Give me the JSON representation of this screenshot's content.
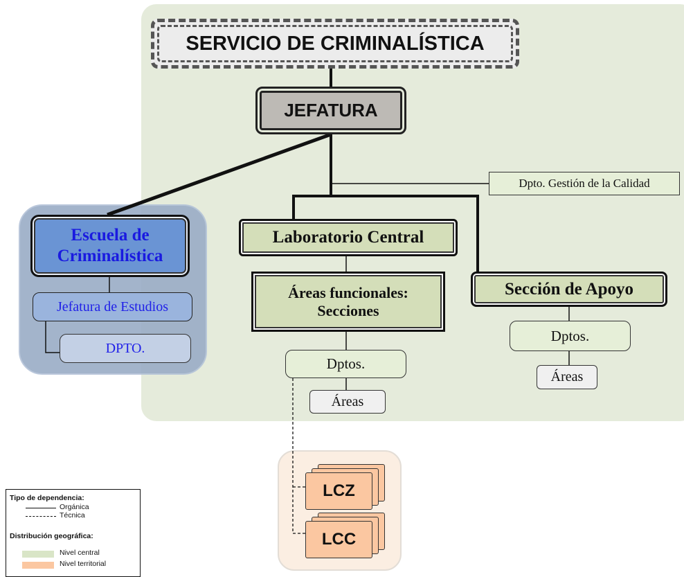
{
  "title": "SERVICIO DE CRIMINALÍSTICA",
  "nodes": {
    "jefatura": "JEFATURA",
    "calidad": "Dpto. Gestión de la Calidad",
    "laboratorio": "Laboratorio Central",
    "areas_func_1": "Áreas funcionales:",
    "areas_func_2": "Secciones",
    "dptos_lab": "Dptos.",
    "areas_lab": "Áreas",
    "apoyo": "Sección de Apoyo",
    "dptos_apoyo": "Dptos.",
    "areas_apoyo": "Áreas",
    "escuela_1": "Escuela de",
    "escuela_2": "Criminalística",
    "jefatura_estudios": "Jefatura de Estudios",
    "dpto_escuela": "DPTO.",
    "lcz": "LCZ",
    "lcc": "LCC"
  },
  "legend": {
    "dependency_title": "Tipo de dependencia:",
    "organica": "Orgánica",
    "tecnica": "Técnica",
    "geo_title": "Distribución geográfica:",
    "central": "Nivel central",
    "territorial": "Nivel territorial"
  },
  "colors": {
    "central": "#d9e5c7",
    "territorial": "#fbc7a1",
    "escuela": "#6a94d4"
  }
}
